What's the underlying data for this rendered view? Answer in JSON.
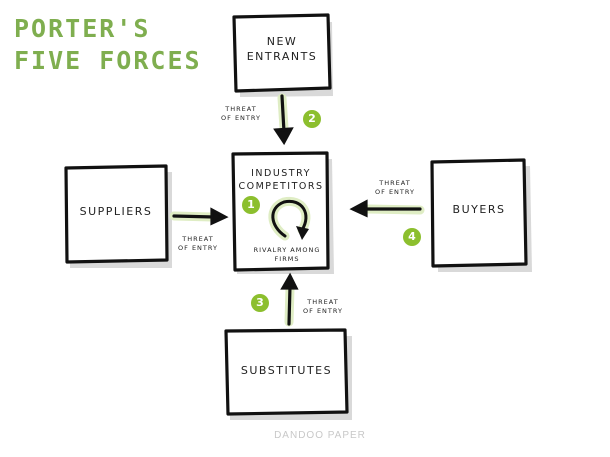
{
  "title": {
    "line1": "PORTER'S",
    "line2": "FIVE FORCES"
  },
  "boxes": {
    "new_entrants": {
      "line1": "NEW",
      "line2": "ENTRANTS"
    },
    "industry": {
      "line1": "INDUSTRY",
      "line2": "COMPETITORS",
      "rivalry_line1": "RIVALRY AMONG",
      "rivalry_line2": "FIRMS"
    },
    "suppliers": {
      "label": "SUPPLIERS"
    },
    "buyers": {
      "label": "BUYERS"
    },
    "substitutes": {
      "label": "SUBSTITUTES"
    }
  },
  "arrow_labels": {
    "top": {
      "line1": "THREAT",
      "line2": "OF ENTRY"
    },
    "left": {
      "line1": "THREAT",
      "line2": "OF ENTRY"
    },
    "right": {
      "line1": "THREAT",
      "line2": "OF ENTRY"
    },
    "bottom": {
      "line1": "THREAT",
      "line2": "OF ENTRY"
    }
  },
  "badges": [
    "1",
    "2",
    "3",
    "4"
  ],
  "watermark": "DANDOO PAPER",
  "colors": {
    "accent_green": "#8cbf2e",
    "title_green": "#7fae4f",
    "ink": "#111111",
    "shadow": "#d4d4d4",
    "arrow_glow": "#dfedc4"
  }
}
